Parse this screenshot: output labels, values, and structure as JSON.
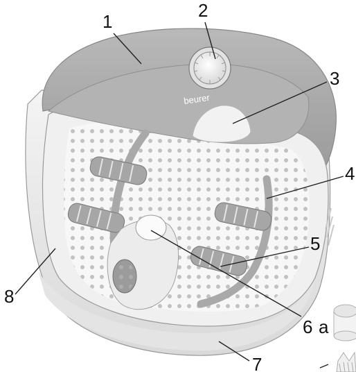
{
  "brand": "beurer",
  "callouts": {
    "c1": "1",
    "c2": "2",
    "c3": "3",
    "c4": "4",
    "c5": "5",
    "c6": "6",
    "c6a": "a",
    "c7": "7",
    "c8": "8"
  },
  "colors": {
    "shell_grey": "#a9a9a9",
    "panel_grey": "#b7b7b7",
    "inner_white": "#f2f2f2",
    "dots": "#b9b9b9",
    "roller": "#a5a5a5",
    "outline": "#777777"
  }
}
